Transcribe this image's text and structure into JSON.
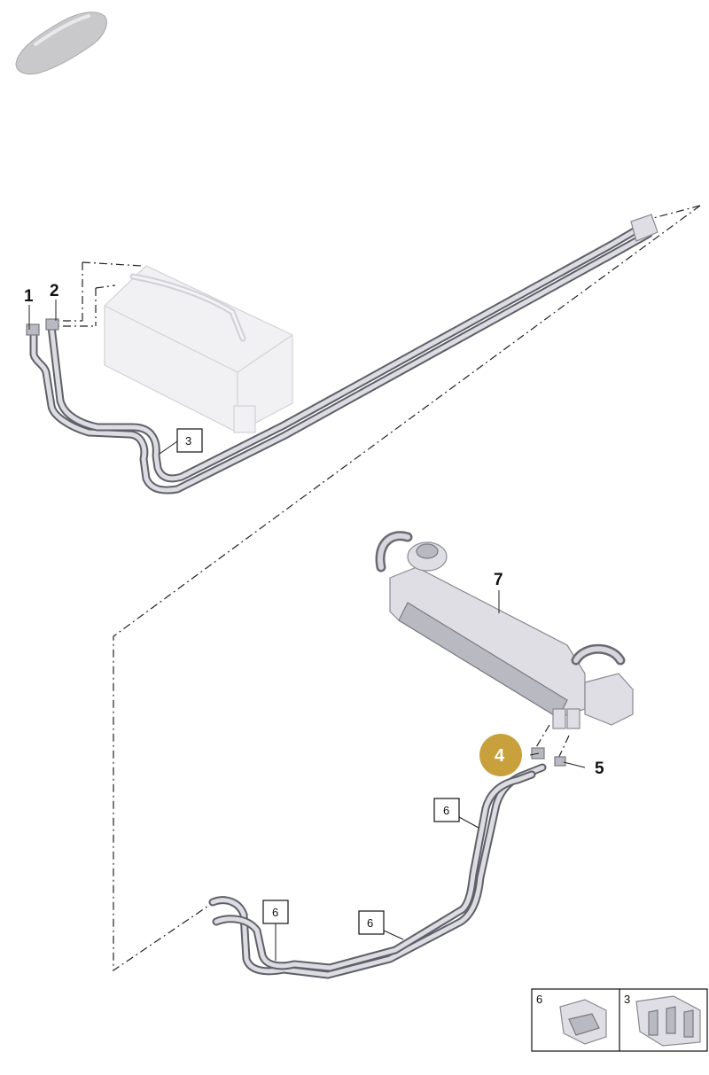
{
  "callouts": {
    "c1": "1",
    "c2": "2",
    "c3": "3",
    "c4": "4",
    "c5": "5",
    "c6a": "6",
    "c6b": "6",
    "c6c": "6",
    "c7": "7"
  },
  "legend": {
    "left_label": "6",
    "right_label": "3"
  },
  "colors": {
    "highlight": "#c8a13c",
    "line": "#222222",
    "pipe": "#5f6068"
  }
}
